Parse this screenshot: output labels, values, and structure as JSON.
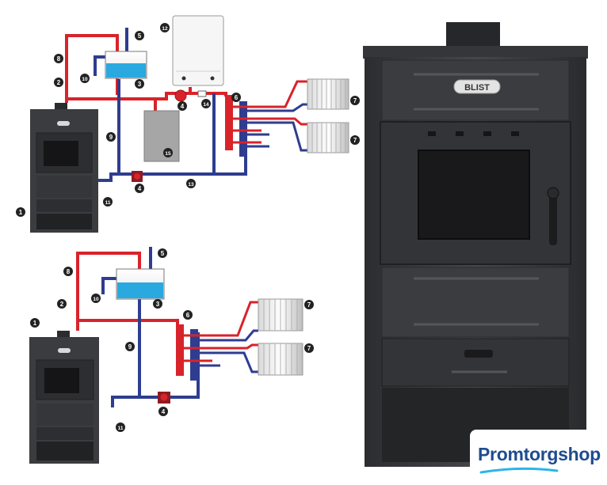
{
  "labels": {
    "n1": "1",
    "n2": "2",
    "n3": "3",
    "n4": "4",
    "n5": "5",
    "n6": "6",
    "n7": "7",
    "n8": "8",
    "n9": "9",
    "n10": "10",
    "n11": "11",
    "n12": "12",
    "n13": "13",
    "n14": "14",
    "n15": "15"
  },
  "stove_logo": "BLIST",
  "brand": {
    "part1": "Promtorg",
    "part2": "shop"
  },
  "colors": {
    "hot": "#d8232a",
    "cold": "#2e3d8f",
    "tank": "#29a9e0",
    "stove": "#3a3b3e"
  }
}
